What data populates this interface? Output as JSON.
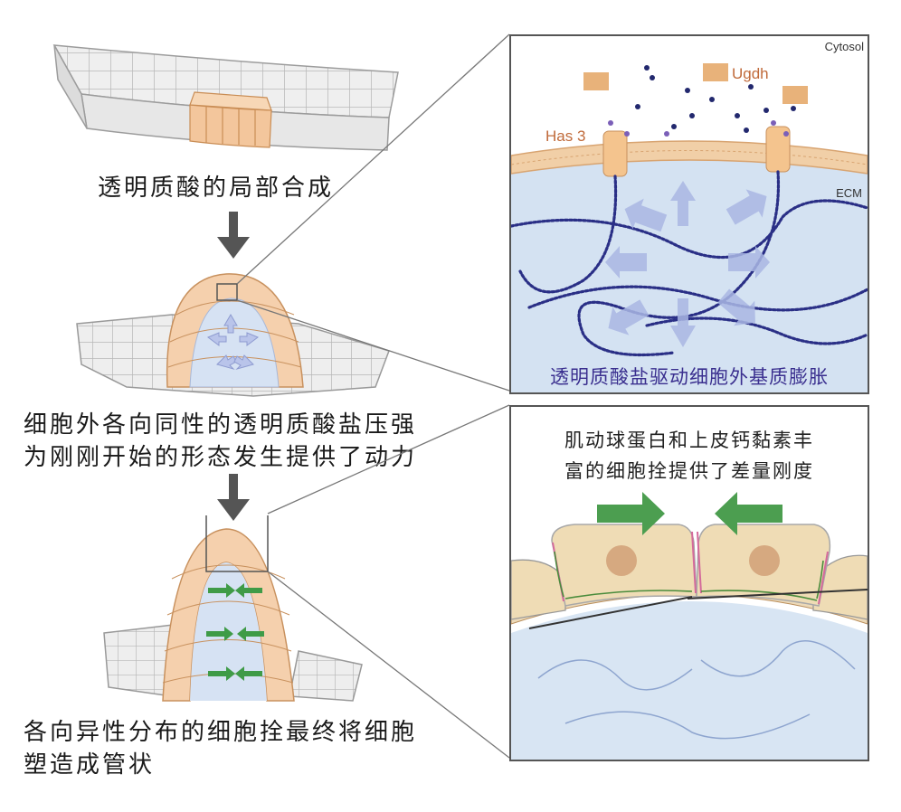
{
  "captions": {
    "step1": "透明质酸的局部合成",
    "step2_line1": "细胞外各向同性的透明质酸盐压强",
    "step2_line2": "为刚刚开始的形态发生提供了动力",
    "step3_line1": "各向异性分布的细胞拴最终将细胞",
    "step3_line2": "塑造成管状"
  },
  "panel_top": {
    "label_cytosol": "Cytosol",
    "label_ugdh": "Ugdh",
    "label_has3": "Has 3",
    "label_ecm": "ECM",
    "caption": "透明质酸盐驱动细胞外基质膨胀"
  },
  "panel_bottom": {
    "caption_line1": "肌动球蛋白和上皮钙黏素丰",
    "caption_line2": "富的细胞拴提供了差量刚度"
  },
  "colors": {
    "cell_grey": "#e6e6e6",
    "cell_orange": "#f3c69c",
    "membrane": "#e9b47a",
    "ecm_blue": "#cdddf0",
    "chain_navy": "#2a2f86",
    "arrow_lavender": "#a9b6e3",
    "arrow_green": "#3f9b47",
    "caption_purple": "#3a2f8f"
  }
}
